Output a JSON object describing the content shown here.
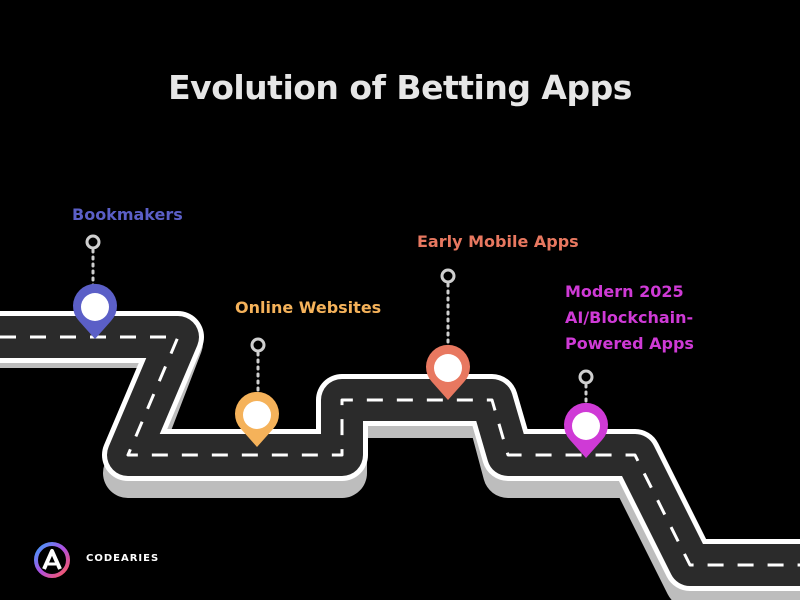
{
  "title": "Evolution of Betting Apps",
  "colors": {
    "background": "#000000",
    "title": "#e6e6e6",
    "road": "#2b2b2b",
    "road_edge": "#ffffff",
    "lane_marking": "#ffffff"
  },
  "stages": [
    {
      "id": "bookmakers",
      "lines": [
        "Bookmakers"
      ],
      "color": "#5b5fc7",
      "icon": "location-pin-icon"
    },
    {
      "id": "online-websites",
      "lines": [
        "Online Websites"
      ],
      "color": "#f5b25a",
      "icon": "location-pin-icon"
    },
    {
      "id": "early-mobile-apps",
      "lines": [
        "Early Mobile Apps"
      ],
      "color": "#e87860",
      "icon": "location-pin-icon"
    },
    {
      "id": "modern-apps",
      "lines": [
        "Modern 2025",
        "AI/Blockchain-",
        "Powered Apps"
      ],
      "color": "#cf3ad6",
      "icon": "location-pin-icon"
    }
  ],
  "brand": {
    "name": "CODEARIES",
    "icon": "codearies-logo-icon"
  }
}
